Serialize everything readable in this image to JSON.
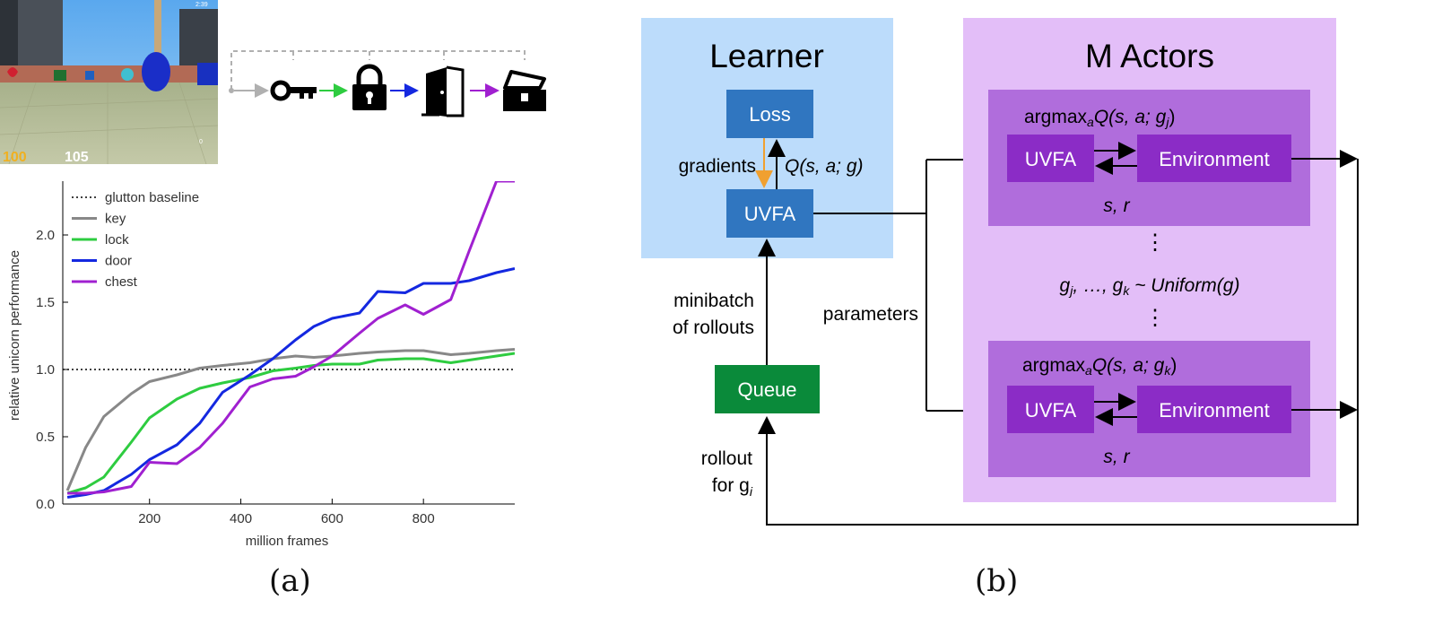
{
  "panel_a": {
    "caption": "(a)",
    "hud": {
      "health": "100",
      "armor": "105",
      "timer": "2:39",
      "ammo": "0"
    },
    "task_sequence": [
      "key-icon",
      "lock-icon",
      "door-icon",
      "chest-icon"
    ],
    "task_arrow_colors": [
      "#b0b0b0",
      "#2ecc40",
      "#1428e0",
      "#a020d0"
    ],
    "chart": {
      "ylabel": "relative unicorn performance",
      "xlabel": "million frames",
      "legend": [
        "glutton baseline",
        "key",
        "lock",
        "door",
        "chest"
      ]
    }
  },
  "panel_b": {
    "caption": "(b)",
    "learner": {
      "title": "Learner",
      "loss": "Loss",
      "uvfa": "UVFA",
      "gradients": "gradients",
      "qfunc": "Q(s, a; g)"
    },
    "queue": "Queue",
    "minibatch": [
      "minibatch",
      "of rollouts"
    ],
    "rollout": [
      "rollout",
      "for g",
      "i"
    ],
    "parameters": "parameters",
    "actors": {
      "title": "M Actors",
      "argmax_top": {
        "pre": "argmax",
        "sub": "a",
        "mid": "Q(s, a; g",
        "goal_sub": "j",
        "post": ")"
      },
      "argmax_bottom": {
        "pre": "argmax",
        "sub": "a",
        "mid": "Q(s, a; g",
        "goal_sub": "k",
        "post": ")"
      },
      "uvfa": "UVFA",
      "environment": "Environment",
      "sr": "s, r",
      "dots": "⋮",
      "sampling": {
        "g1": "g",
        "s1": "j",
        "mid": ", …, g",
        "s2": "k",
        "post": " ~ Uniform(g)"
      }
    }
  },
  "chart_data": {
    "type": "line",
    "xlabel": "million frames",
    "ylabel": "relative unicorn performance",
    "xlim": [
      10,
      1000
    ],
    "ylim": [
      0,
      2.4
    ],
    "xticks": [
      200,
      400,
      600,
      800
    ],
    "yticks": [
      0.0,
      0.5,
      1.0,
      1.5,
      2.0
    ],
    "ytick_labels": [
      "0.0",
      "0.5",
      "1.0",
      "1.5",
      "2.0"
    ],
    "legend_position": "top-left",
    "grid": false,
    "baseline": {
      "name": "glutton baseline",
      "value": 1.0,
      "color": "#000000",
      "style": "dotted"
    },
    "series": [
      {
        "name": "key",
        "color": "#888888",
        "x": [
          20,
          60,
          100,
          160,
          200,
          260,
          310,
          360,
          420,
          470,
          520,
          560,
          600,
          660,
          700,
          760,
          800,
          860,
          900,
          960,
          1000
        ],
        "y": [
          0.1,
          0.42,
          0.65,
          0.82,
          0.91,
          0.96,
          1.01,
          1.03,
          1.05,
          1.08,
          1.1,
          1.09,
          1.1,
          1.12,
          1.13,
          1.14,
          1.14,
          1.11,
          1.12,
          1.14,
          1.15
        ]
      },
      {
        "name": "lock",
        "color": "#2ecc40",
        "x": [
          20,
          60,
          100,
          160,
          200,
          260,
          310,
          360,
          420,
          470,
          520,
          560,
          600,
          660,
          700,
          760,
          800,
          860,
          900,
          960,
          1000
        ],
        "y": [
          0.08,
          0.12,
          0.2,
          0.46,
          0.64,
          0.78,
          0.86,
          0.9,
          0.94,
          0.99,
          1.01,
          1.03,
          1.04,
          1.04,
          1.07,
          1.08,
          1.08,
          1.05,
          1.07,
          1.1,
          1.12
        ]
      },
      {
        "name": "door",
        "color": "#1428e0",
        "x": [
          20,
          60,
          100,
          160,
          200,
          260,
          310,
          360,
          420,
          470,
          520,
          560,
          600,
          660,
          700,
          760,
          800,
          860,
          900,
          960,
          1000
        ],
        "y": [
          0.05,
          0.07,
          0.1,
          0.22,
          0.33,
          0.44,
          0.6,
          0.83,
          0.96,
          1.08,
          1.22,
          1.32,
          1.38,
          1.42,
          1.58,
          1.57,
          1.64,
          1.64,
          1.66,
          1.72,
          1.75
        ]
      },
      {
        "name": "chest",
        "color": "#a020d0",
        "x": [
          20,
          60,
          100,
          160,
          200,
          260,
          310,
          360,
          420,
          470,
          520,
          560,
          600,
          660,
          700,
          760,
          800,
          860,
          900,
          960,
          1000
        ],
        "y": [
          0.08,
          0.08,
          0.09,
          0.13,
          0.31,
          0.3,
          0.42,
          0.6,
          0.87,
          0.93,
          0.95,
          1.02,
          1.1,
          1.27,
          1.38,
          1.48,
          1.41,
          1.52,
          1.88,
          2.4,
          2.4
        ]
      }
    ]
  }
}
